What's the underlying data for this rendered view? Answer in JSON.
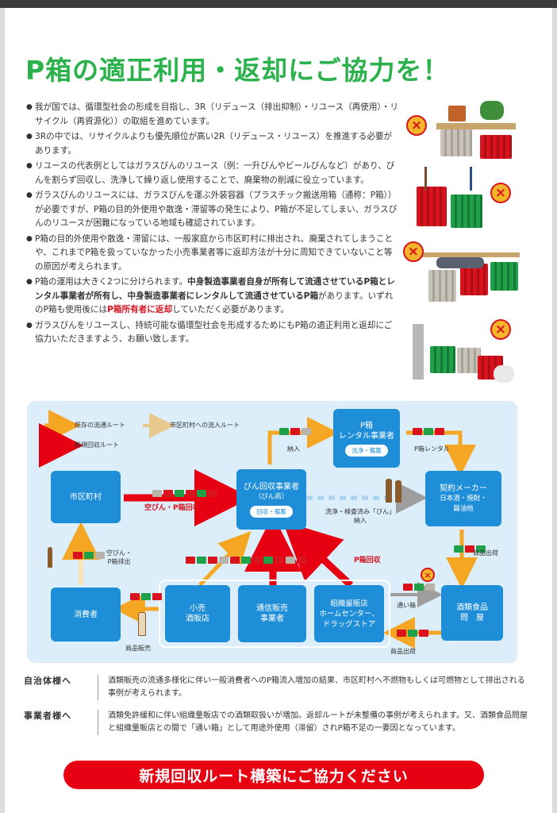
{
  "title": "P箱の適正利用・返却にご協力を！",
  "bullets": [
    {
      "parts": [
        {
          "t": "我が国では、循環型社会の形成を目指し、3R（リデュース（排出抑制）・リユース（再使用）・リサイクル（再資源化））の取組を進めています。"
        }
      ]
    },
    {
      "parts": [
        {
          "t": "3Rの中では、リサイクルよりも優先順位が高い2R（リデュース・リユース）を推進する必要があります。"
        }
      ]
    },
    {
      "parts": [
        {
          "t": "リユースの代表例としてはガラスびんのリユース（例：一升びんやビールびんなど）があり、びんを割らず回収し、洗浄して繰り返し使用することで、廃棄物の削減に役立っています。"
        }
      ]
    },
    {
      "parts": [
        {
          "t": "ガラスびんのリユースには、ガラスびんを運ぶ外装容器（プラスチック搬送用箱（通称：P箱））が必要ですが、P箱の目的外使用や散逸・滞留等の発生により、P箱が不足してしまい、ガラスびんのリユースが困難になっている地域も確認されています。"
        }
      ]
    },
    {
      "parts": [
        {
          "t": "P箱の目的外使用や散逸・滞留には、一般家庭から市区町村に排出され、廃棄されてしまうことや、これまでP箱を扱っていなかった小売事業者等に返却方法が十分に周知できていないこと等の原因が考えられます。"
        }
      ]
    },
    {
      "parts": [
        {
          "t": "P箱の運用は大きく2つに分けられます。"
        },
        {
          "t": "中身製造事業者自身が所有して流通させているP箱とレンタル事業者が所有し、中身製造事業者にレンタルして流通させているP箱",
          "b": true
        },
        {
          "t": "があります。いずれのP箱も使用後には"
        },
        {
          "t": "P箱所有者に返却",
          "red": true
        },
        {
          "t": "していただく必要があります。"
        }
      ]
    },
    {
      "parts": [
        {
          "t": "ガラスびんをリユースし、持続可能な循環型社会を形成するためにもP箱の適正利用と返却にご協力いただきますよう、お願い致します。"
        }
      ]
    }
  ],
  "illustrations": {
    "x_mark": "×"
  },
  "diagram": {
    "legend": {
      "existing": "既存の流通ルート",
      "inflow": "市区町村への流入ルート",
      "new": "新規回収ルート"
    },
    "nodes": {
      "municipality": "市区町村",
      "bottle_collector": "びん回収事業者",
      "bottle_collector_sub": "（びん商）",
      "bottle_collector_tag": "回収・備蓄",
      "rental": "P箱\nレンタル事業者",
      "rental_tag": "洗浄・備蓄",
      "maker": "契約メーカー",
      "maker_sub": "日本酒・焼酎・\n醤油他",
      "consumer": "消費者",
      "retail": "小売\n酒販店",
      "mail_order": "通信販売\n事業者",
      "mass_retail": "組織量販店\nホームセンター、\nドラッグストア",
      "wholesaler": "酒類食品\n問　屋"
    },
    "labels": {
      "empty_collect": "空びん・P箱回収",
      "delivery": "納入",
      "rental_out": "P箱レンタル",
      "washed": "洗浄・検査済み「びん」\n納入",
      "product_ship1": "商品出荷",
      "product_ship2": "商品出荷",
      "through_box": "通い箱",
      "p_collect": "P箱回収",
      "empty_out": "空びん・\nP箱排出",
      "sale": "商品販売"
    }
  },
  "notes": [
    {
      "head": "自治体様へ",
      "body": "酒類販売の流通多様化に伴い一般消費者へのP箱流入増加の結果、市区町村へ不燃物もしくは可燃物として排出される事例が考えられます。"
    },
    {
      "head": "事業者様へ",
      "body": "酒類免許緩和に伴い組織量販店での酒類取扱いが増加。返却ルートが未整備の事例が考えられます。又、酒類食品問屋と組織量販店との間で「通い箱」として用途外使用（滞留）されP箱不足の一要因となっています。"
    }
  ],
  "cta": "新規回収ルート構築にご協力ください",
  "colors": {
    "green": "#2bb24c",
    "red": "#e60012",
    "blue": "#1f8ed8",
    "orange": "#f5a623",
    "panel": "#dbeef9"
  }
}
